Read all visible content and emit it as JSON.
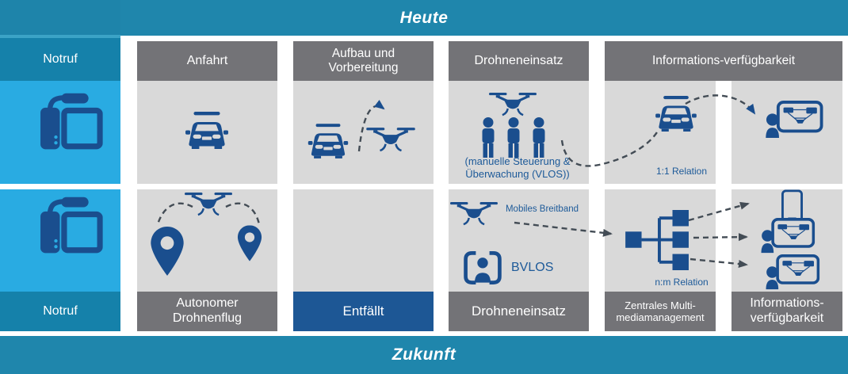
{
  "palette": {
    "teal_bar": "#1F86AC",
    "teal_band": "#1581AA",
    "cyan": "#29ABE2",
    "cell_gray": "#D9D9D9",
    "header_gray": "#737377",
    "icon_navy": "#1A4E8E",
    "note_blue": "#1D5A99",
    "omitted_blue": "#1D5795"
  },
  "bars": {
    "today": "Heute",
    "future": "Zukunft"
  },
  "emergency_call": {
    "today_label": "Notruf",
    "future_label": "Notruf"
  },
  "today": {
    "col1": {
      "header": "Anfahrt"
    },
    "col2": {
      "header": "Aufbau und Vorbereitung"
    },
    "col3": {
      "header": "Drohneneinsatz",
      "note": "(manuelle Steuerung & Überwachung (VLOS))"
    },
    "col45": {
      "header": "Informations-verfügbarkeit",
      "relation": "1:1 Relation"
    }
  },
  "future": {
    "col1": {
      "footer": "Autonomer Drohnenflug"
    },
    "col2": {
      "footer": "Entfällt"
    },
    "col3": {
      "footer": "Drohneneinsatz",
      "broadband_label": "Mobiles Breitband",
      "mode_label": "BVLOS"
    },
    "col4": {
      "footer": "Zentrales Multi-mediamanagement",
      "relation": "n:m Relation"
    },
    "col5": {
      "footer": "Informations-verfügbarkeit"
    }
  }
}
